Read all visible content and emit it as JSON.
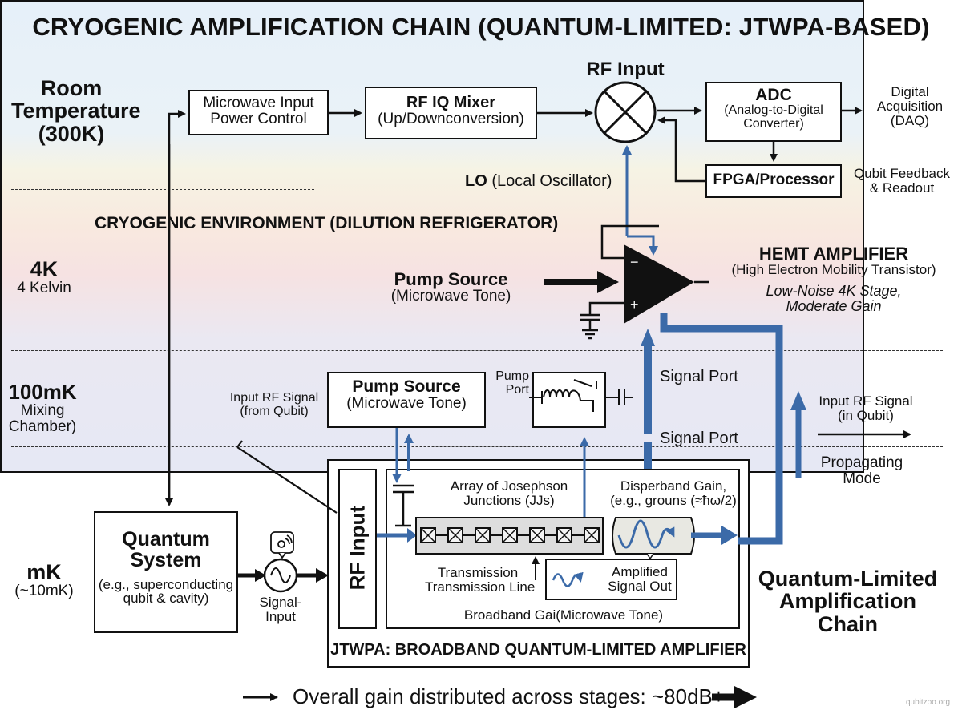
{
  "title": "CRYOGENIC AMPLIFICATION CHAIN (QUANTUM-LIMITED: JTWPA-BASED)",
  "stages": {
    "room": {
      "name": "Room Temperature",
      "sub": "(300K)"
    },
    "k4": {
      "name": "4K",
      "sub": "4 Kelvin"
    },
    "mk100": {
      "name": "100mK",
      "sub1": "Mixing",
      "sub2": "Chamber)"
    },
    "mk": {
      "name": "mK",
      "sub": "(~10mK)"
    }
  },
  "room_temp": {
    "power_control": {
      "line1": "Microwave Input",
      "line2": "Power Control"
    },
    "iq_mixer": {
      "title": "RF IQ Mixer",
      "sub": "(Up/Downconversion)"
    },
    "rf_input_label": "RF Input",
    "adc": {
      "title": "ADC",
      "line1": "(Analog-to-Digital",
      "line2": "Converter)"
    },
    "daq": {
      "line1": "Digital",
      "line2": "Acquisition",
      "line3": "(DAQ)"
    },
    "fpga": "FPGA/Processor",
    "feedback": {
      "line1": "Qubit Feedback",
      "line2": "& Readout"
    },
    "lo": {
      "bold": "LO",
      "rest": "(Local Oscillator)"
    }
  },
  "cryo_env": {
    "title": "CRYOGENIC ENVIRONMENT (DILUTION REFRIGERATOR)",
    "pump_4k": {
      "title": "Pump Source",
      "sub": "(Microwave Tone)"
    },
    "hemt": {
      "title": "HEMT AMPLIFIER",
      "sub": "(High Electron Mobility Transistor)",
      "note1": "Low-Noise 4K Stage,",
      "note2": "Moderate Gain",
      "minus": "−",
      "plus": "+"
    },
    "pump_100mk": {
      "title": "Pump Source",
      "sub": "(Microwave Tone)"
    },
    "pump_port": {
      "line1": "Pump",
      "line2": "Port"
    },
    "signal_port_1": "Signal Port",
    "signal_port_2": "Signal Port",
    "input_rf_from": {
      "line1": "Input RF Signal",
      "line2": "(from Qubit)"
    },
    "input_rf_in": {
      "line1": "Input RF Signal",
      "line2": "(in Qubit)"
    },
    "propagating": {
      "line1": "Propagating",
      "line2": "Mode"
    },
    "quantum_system": {
      "title1": "Quantum",
      "title2": "System",
      "sub1": "(e.g., superconducting",
      "sub2": "qubit & cavity)"
    },
    "signal_input": {
      "line1": "Signal-",
      "line2": "Input"
    },
    "jtwpa": {
      "rf_input": "RF Input",
      "array_label": {
        "line1": "Array of Josephson",
        "line2": "Junctions (JJs)"
      },
      "disper_label": {
        "line1": "Disperband Gain,",
        "line2": "(e.g., grouns (≈ħω/2)"
      },
      "transmission": {
        "line1": "Transmission",
        "line2": "Transmission Line"
      },
      "amplified": {
        "line1": "Amplified",
        "line2": "Signal Out"
      },
      "broadband": "Broadband Gai(Microwave Tone)",
      "footer": "JTWPA: BROADBAND QUANTUM-LIMITED AMPLIFIER",
      "junction_count": 7
    },
    "chain_label": {
      "line1": "Quantum-Limited",
      "line2": "Amplification",
      "line3": "Chain"
    }
  },
  "footer": {
    "text": "Overall gain distributed across stages: ~80dB+"
  },
  "watermark": "qubitzoo.org",
  "colors": {
    "signal_blue": "#3b6aa8",
    "line_black": "#111111"
  }
}
